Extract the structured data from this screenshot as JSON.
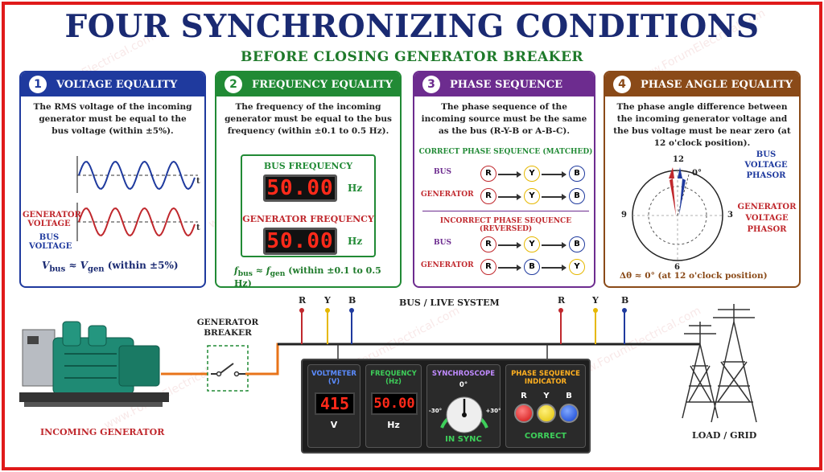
{
  "title": "FOUR SYNCHRONIZING CONDITIONS",
  "subtitle": "BEFORE CLOSING GENERATOR BREAKER",
  "watermark": "www.ForumElectrical.com",
  "colors": {
    "frame": "#e01a1a",
    "title": "#1a2a72",
    "subtitle": "#1e7a2a",
    "panel1": "#1f3a9e",
    "panel2": "#218a35",
    "panel3": "#6d2c8f",
    "panel4": "#8a4a18"
  },
  "panels": [
    {
      "number": "1",
      "title": "VOLTAGE EQUALITY",
      "text": "The RMS voltage of the incoming generator must be equal to the bus voltage (within ±5%).",
      "bus_label_1": "BUS",
      "bus_label_2": "VOLTAGE",
      "gen_label_1": "GENERATOR",
      "gen_label_2": "VOLTAGE",
      "axis_t": "t",
      "formula_v": "V",
      "formula_bus": "bus",
      "formula_approx": " ≈ ",
      "formula_gen": "gen",
      "formula_tail": " (within ±5%)"
    },
    {
      "number": "2",
      "title": "FREQUENCY EQUALITY",
      "text": "The frequency of the incoming generator must be equal to the bus frequency (within ±0.1 to 0.5 Hz).",
      "bus_freq_label": "BUS FREQUENCY",
      "bus_freq_value": "50.00",
      "gen_freq_label": "GENERATOR FREQUENCY",
      "gen_freq_value": "50.00",
      "unit": "Hz",
      "formula_f": "f",
      "formula_bus": "bus",
      "formula_approx": " ≈ ",
      "formula_gen": "gen",
      "formula_tail": " (within ±0.1 to 0.5 Hz)"
    },
    {
      "number": "3",
      "title": "PHASE SEQUENCE",
      "text": "The phase sequence of the incoming source must be the same as the bus (R-Y-B or A-B-C).",
      "correct_heading": "CORRECT PHASE SEQUENCE (MATCHED)",
      "incorrect_heading": "INCORRECT PHASE SEQUENCE (REVERSED)",
      "row_bus": "BUS",
      "row_gen": "GENERATOR",
      "correct_bus": [
        "R",
        "Y",
        "B"
      ],
      "correct_gen": [
        "R",
        "Y",
        "B"
      ],
      "incorrect_bus": [
        "R",
        "Y",
        "B"
      ],
      "incorrect_gen": [
        "R",
        "B",
        "Y"
      ]
    },
    {
      "number": "4",
      "title": "PHASE ANGLE EQUALITY",
      "text": "The phase angle difference between the incoming generator voltage and the bus voltage must be near zero (at 12 o'clock position).",
      "dial_12": "12",
      "dial_3": "3",
      "dial_6": "6",
      "dial_9": "9",
      "zero_label": "0°",
      "bus_phasor_1": "BUS",
      "bus_phasor_2": "VOLTAGE",
      "bus_phasor_3": "PHASOR",
      "gen_phasor_1": "GENERATOR",
      "gen_phasor_2": "VOLTAGE",
      "gen_phasor_3": "PHASOR",
      "formula": "Δθ ≈ 0° (at 12 o'clock position)"
    }
  ],
  "diagram": {
    "generator_breaker_1": "GENERATOR",
    "generator_breaker_2": "BREAKER",
    "incoming_generator": "INCOMING GENERATOR",
    "bus_live": "BUS / LIVE SYSTEM",
    "phase_left": [
      "R",
      "Y",
      "B"
    ],
    "phase_right": [
      "R",
      "Y",
      "B"
    ],
    "load_grid": "LOAD / GRID"
  },
  "control_panel": {
    "voltmeter_label_1": "VOLTMETER",
    "voltmeter_label_2": "(V)",
    "voltmeter_value": "415",
    "voltmeter_unit": "V",
    "frequency_label_1": "FREQUENCY",
    "frequency_label_2": "(Hz)",
    "frequency_value": "50.00",
    "frequency_unit": "Hz",
    "synchroscope_label": "SYNCHROSCOPE",
    "sync_zero": "0°",
    "sync_left": "-30°",
    "sync_right": "+30°",
    "sync_status": "IN SYNC",
    "psi_label_1": "PHASE SEQUENCE",
    "psi_label_2": "INDICATOR",
    "lamps": [
      "R",
      "Y",
      "B"
    ],
    "psi_status": "CORRECT"
  }
}
